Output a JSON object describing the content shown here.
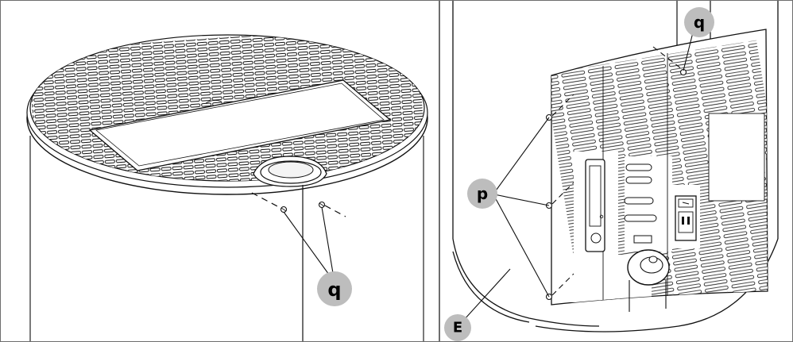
{
  "figure": {
    "left_panel": {
      "callouts": [
        {
          "label": "q"
        }
      ]
    },
    "right_panel": {
      "callouts": [
        {
          "label": "q"
        },
        {
          "label": "p"
        },
        {
          "label": "E"
        }
      ]
    }
  }
}
